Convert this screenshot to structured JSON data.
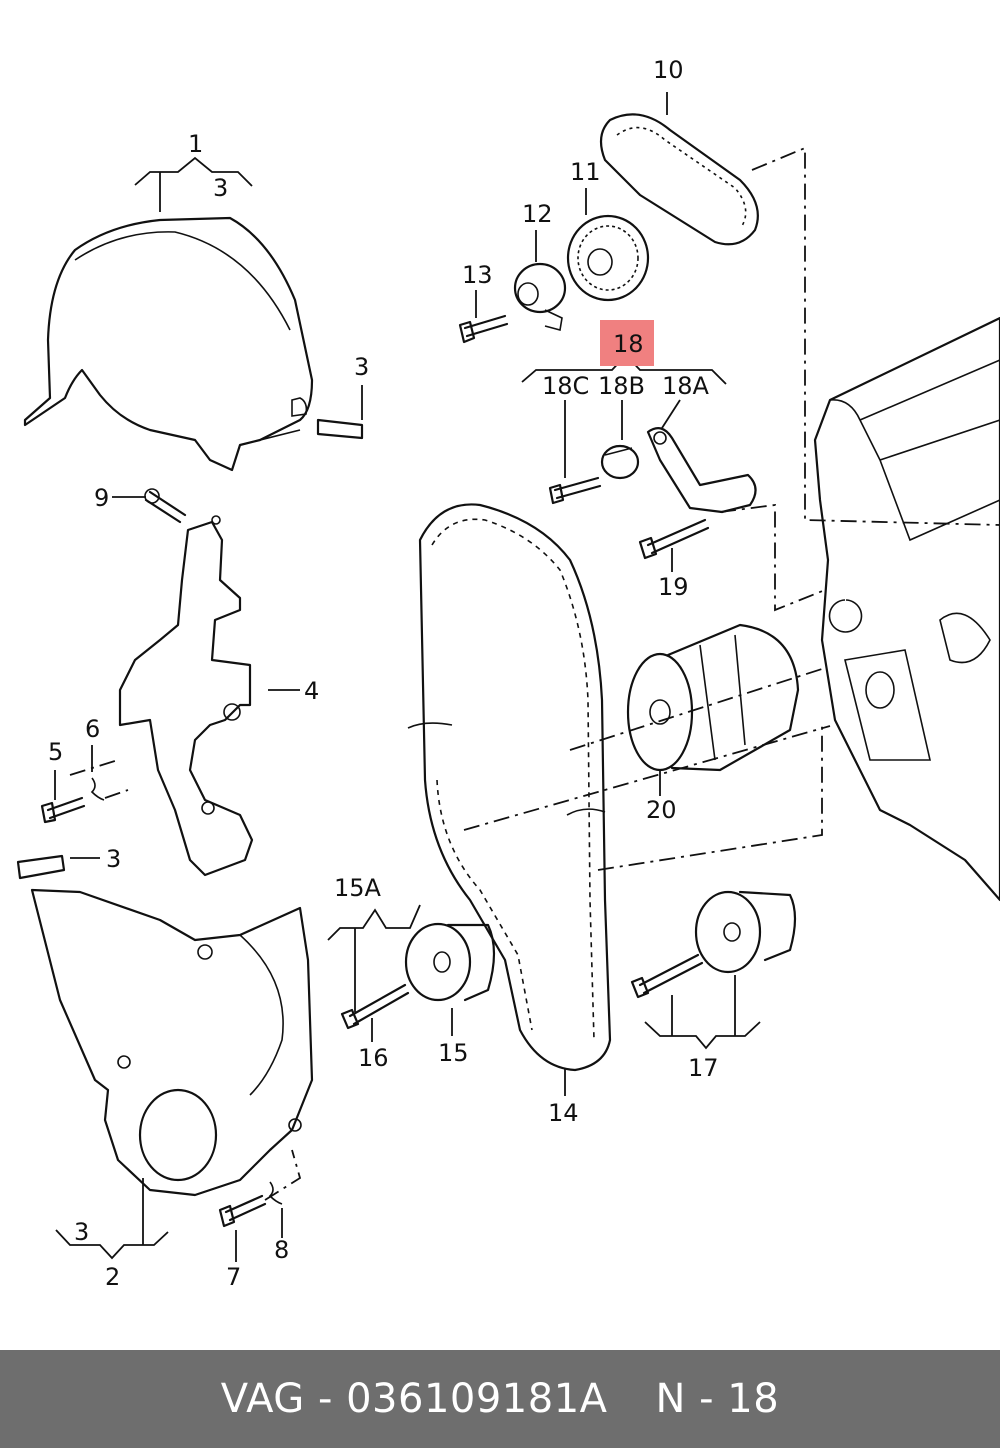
{
  "diagram": {
    "highlight_color": "#f08080",
    "labels": {
      "l1": "1",
      "l2": "2",
      "l3a": "3",
      "l3b": "3",
      "l3c": "3",
      "l3d": "3",
      "l4": "4",
      "l5": "5",
      "l6": "6",
      "l7": "7",
      "l8": "8",
      "l9": "9",
      "l10": "10",
      "l11": "11",
      "l12": "12",
      "l13": "13",
      "l14": "14",
      "l15": "15",
      "l15a": "15A",
      "l16": "16",
      "l17": "17",
      "l18": "18",
      "l18a": "18A",
      "l18b": "18B",
      "l18c": "18C",
      "l19": "19",
      "l20": "20"
    }
  },
  "footer": {
    "part_text": "VAG - 036109181A",
    "ref_text": "N - 18",
    "background": "#6e6e6e"
  }
}
